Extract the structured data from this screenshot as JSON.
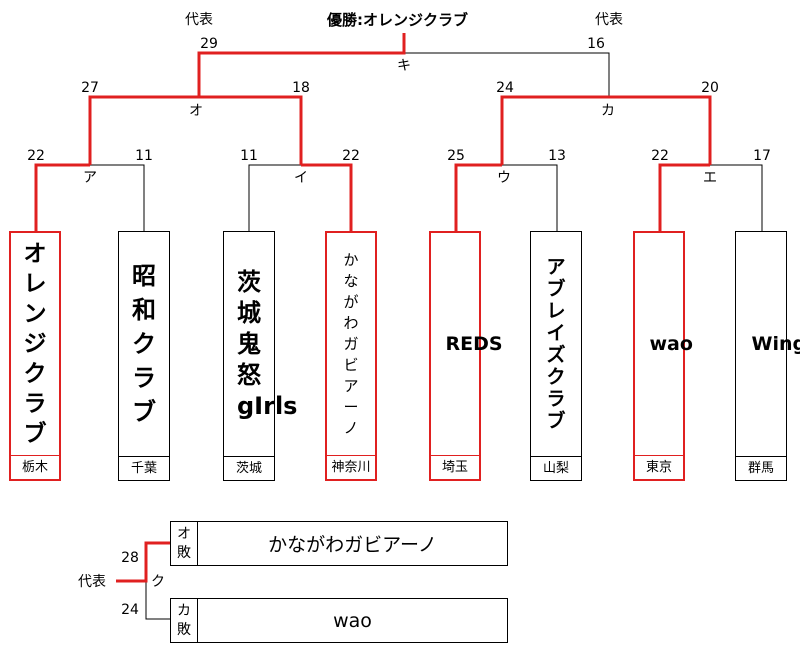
{
  "champion_title": "優勝:オレンジクラブ",
  "representative_label": "代表",
  "winner_color": "#e02020",
  "teams": [
    {
      "name": "オレンジクラブ",
      "prefecture": "栃木",
      "winner": true
    },
    {
      "name": "昭和クラブ",
      "prefecture": "千葉",
      "winner": false
    },
    {
      "name": "茨城鬼怒gIrls",
      "prefecture": "茨城",
      "winner": false
    },
    {
      "name": "かながわガビアーノ",
      "prefecture": "神奈川",
      "winner": true
    },
    {
      "name": "REDS",
      "prefecture": "埼玉",
      "winner": true
    },
    {
      "name": "アブレイズクラブ",
      "prefecture": "山梨",
      "winner": false
    },
    {
      "name": "wao",
      "prefecture": "東京",
      "winner": true
    },
    {
      "name": "Wings",
      "prefecture": "群馬",
      "winner": false
    }
  ],
  "round1": [
    {
      "label": "ア",
      "score_left": "22",
      "score_right": "11"
    },
    {
      "label": "イ",
      "score_left": "11",
      "score_right": "22"
    },
    {
      "label": "ウ",
      "score_left": "25",
      "score_right": "13"
    },
    {
      "label": "エ",
      "score_left": "22",
      "score_right": "17"
    }
  ],
  "round2": [
    {
      "label": "オ",
      "score_left": "27",
      "score_right": "18"
    },
    {
      "label": "カ",
      "score_left": "24",
      "score_right": "20"
    }
  ],
  "final": {
    "label": "キ",
    "score_left": "29",
    "score_right": "16"
  },
  "consolation": {
    "label": "ク",
    "top": {
      "side_a": "オ",
      "side_b": "敗",
      "team": "かながわガビアーノ",
      "score": "28"
    },
    "bottom": {
      "side_a": "カ",
      "side_b": "敗",
      "team": "wao",
      "score": "24"
    }
  }
}
